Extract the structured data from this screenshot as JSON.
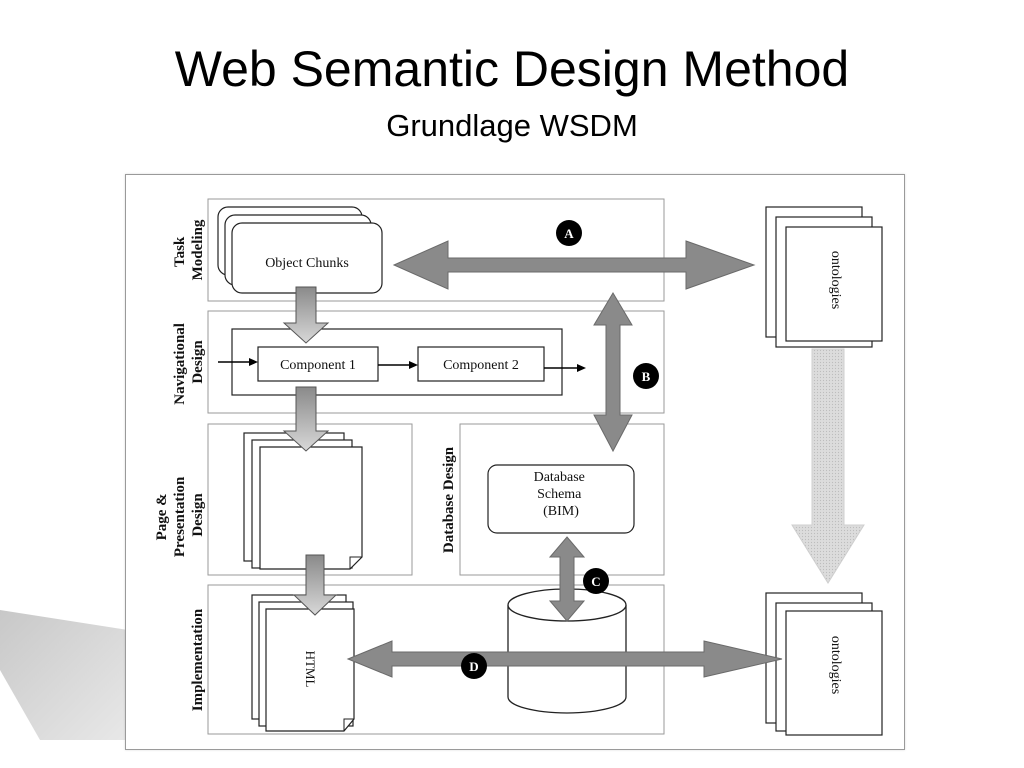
{
  "slide": {
    "title": "Web Semantic Design Method",
    "subtitle": "Grundlage WSDM"
  },
  "diagram": {
    "phases": {
      "task_modeling": [
        "Task",
        "Modeling"
      ],
      "navigational_design": [
        "Navigational",
        "Design"
      ],
      "page_presentation_design": [
        "Page &",
        "Presentation",
        "Design"
      ],
      "database_design": "Database Design",
      "implementation": "Implementation"
    },
    "nodes": {
      "object_chunks": "Object Chunks",
      "component_1": "Component 1",
      "component_2": "Component 2",
      "database_schema": [
        "Database",
        "Schema",
        "(BIM)"
      ],
      "html": "HTML",
      "ontologies_top": "ontologies",
      "ontologies_bottom": "ontologies"
    },
    "markers": {
      "a": "A",
      "b": "B",
      "c": "C",
      "d": "D"
    }
  }
}
